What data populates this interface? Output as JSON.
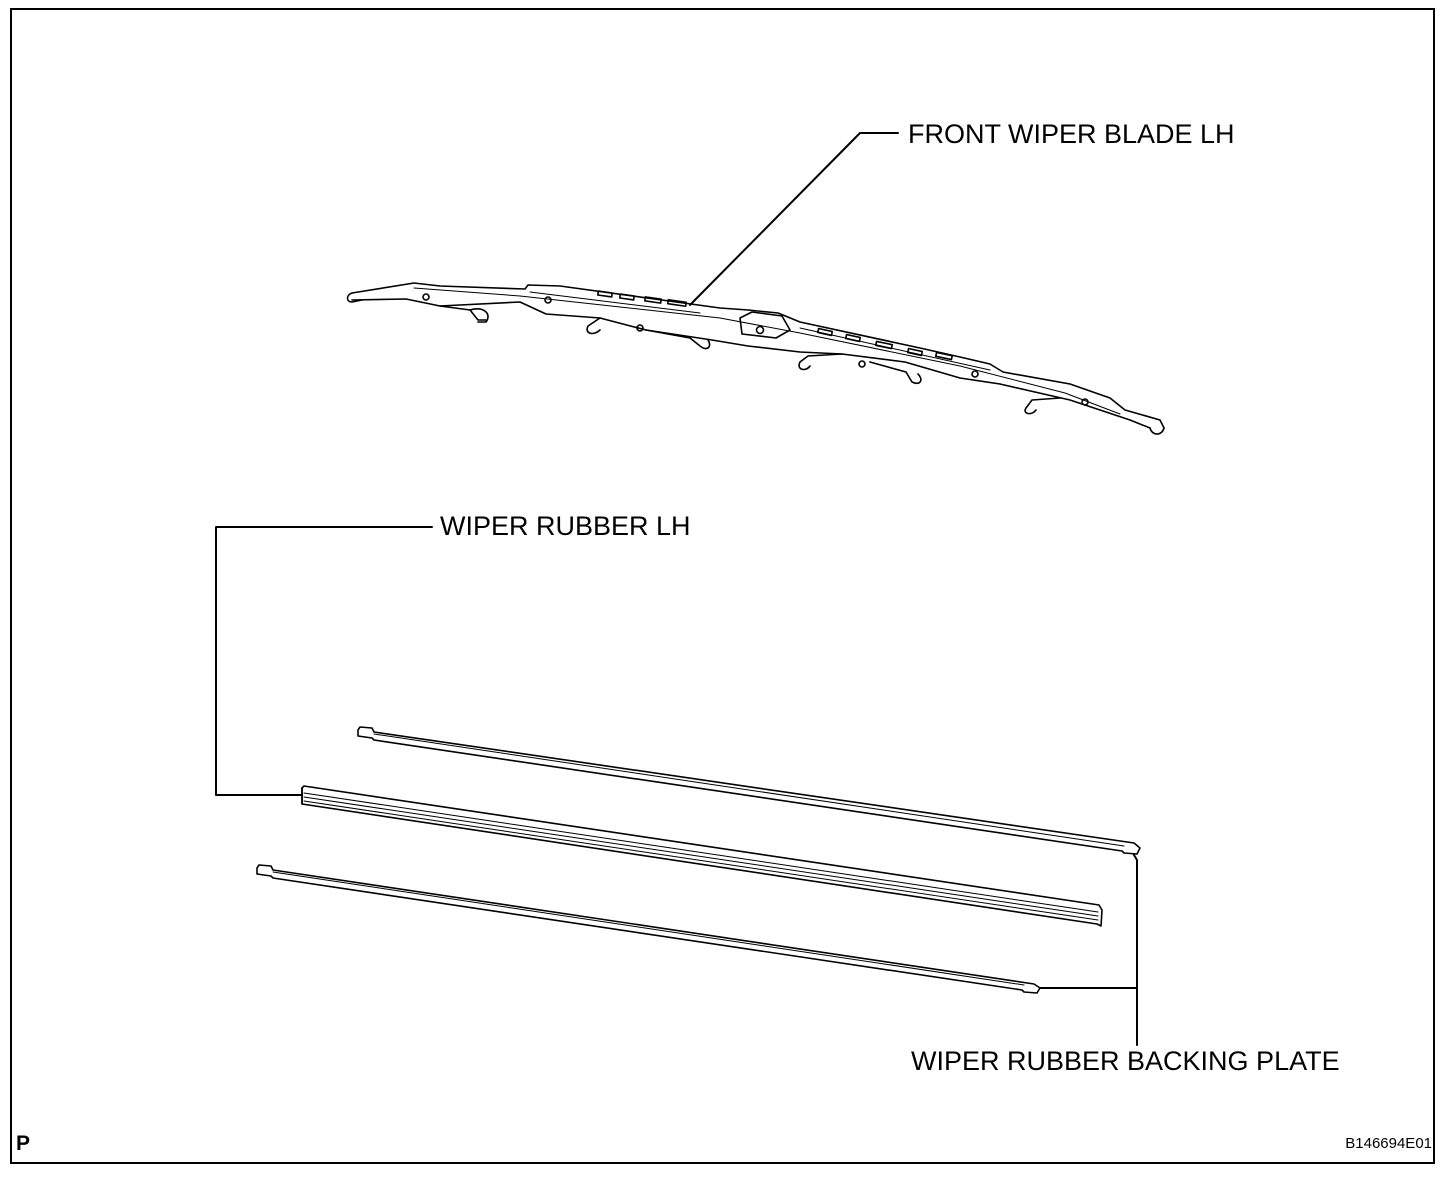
{
  "labels": {
    "front_wiper_blade": "FRONT WIPER BLADE LH",
    "wiper_rubber": "WIPER RUBBER LH",
    "backing_plate": "WIPER RUBBER BACKING PLATE"
  },
  "corner_mark": "P",
  "figure_id": "B146694E01",
  "colors": {
    "line": "#000000",
    "background": "#ffffff"
  }
}
